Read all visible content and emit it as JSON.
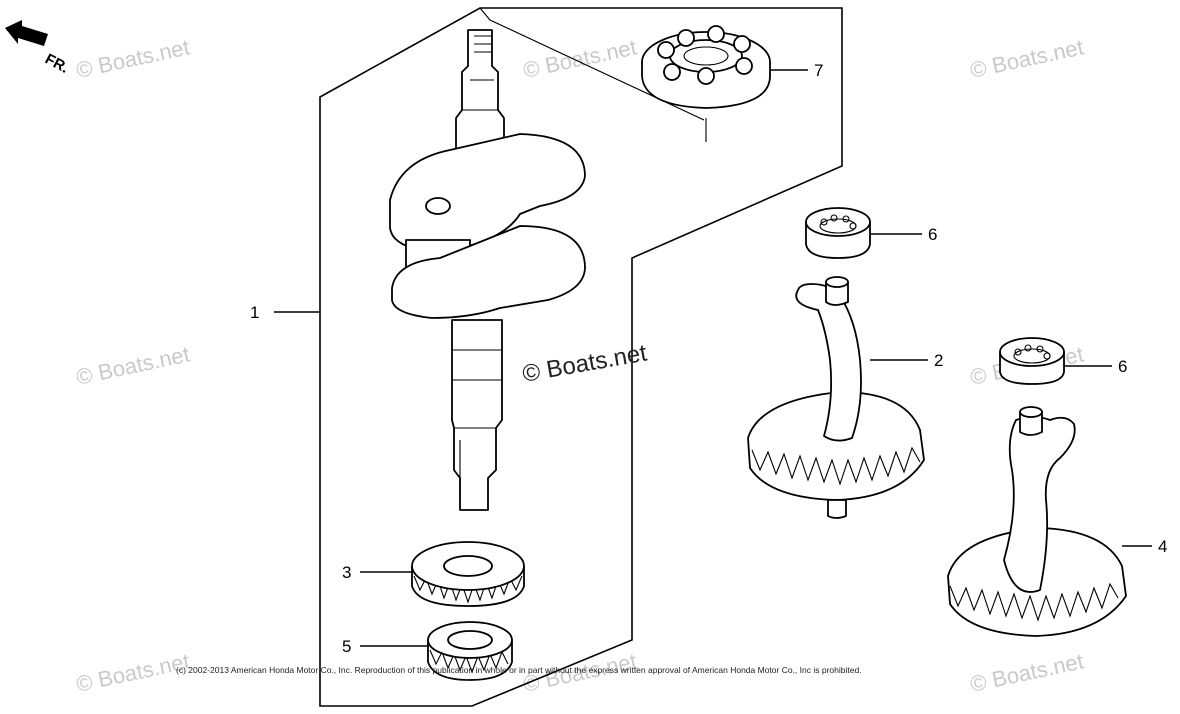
{
  "direction_label": "FR.",
  "watermark_text": "© Boats.net",
  "center_watermark_text": "© Boats.net",
  "callouts": [
    "1",
    "2",
    "3",
    "4",
    "5",
    "6",
    "6",
    "7"
  ],
  "copyright": "(c) 2002-2013 American Honda Motor Co., Inc. Reproduction of this publication in whole or in part without the express written approval of American Honda Motor Co., Inc is prohibited.",
  "colors": {
    "line": "#000000",
    "watermark": "#c9c9c9",
    "background": "#ffffff"
  }
}
